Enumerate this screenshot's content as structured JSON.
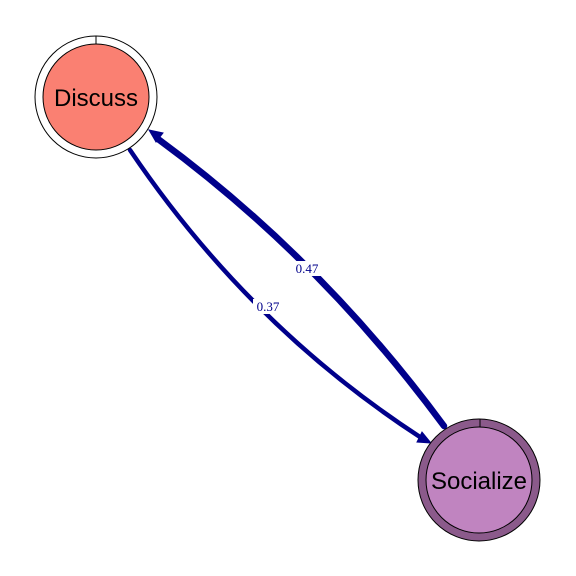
{
  "colors": {
    "background": "#ffffff",
    "edge": "#00008b",
    "discuss_fill": "#fa8072",
    "discuss_ring": "#ffffff",
    "socialize_fill": "#c084c0",
    "socialize_ring": "#8b5a8b",
    "outline": "#000000"
  },
  "nodes": {
    "discuss": {
      "label": "Discuss"
    },
    "socialize": {
      "label": "Socialize"
    }
  },
  "edges": {
    "socialize_to_discuss": {
      "from": "Socialize",
      "to": "Discuss",
      "weight": 0.47,
      "label": "0.47"
    },
    "discuss_to_socialize": {
      "from": "Discuss",
      "to": "Socialize",
      "weight": 0.37,
      "label": "0.37"
    }
  }
}
